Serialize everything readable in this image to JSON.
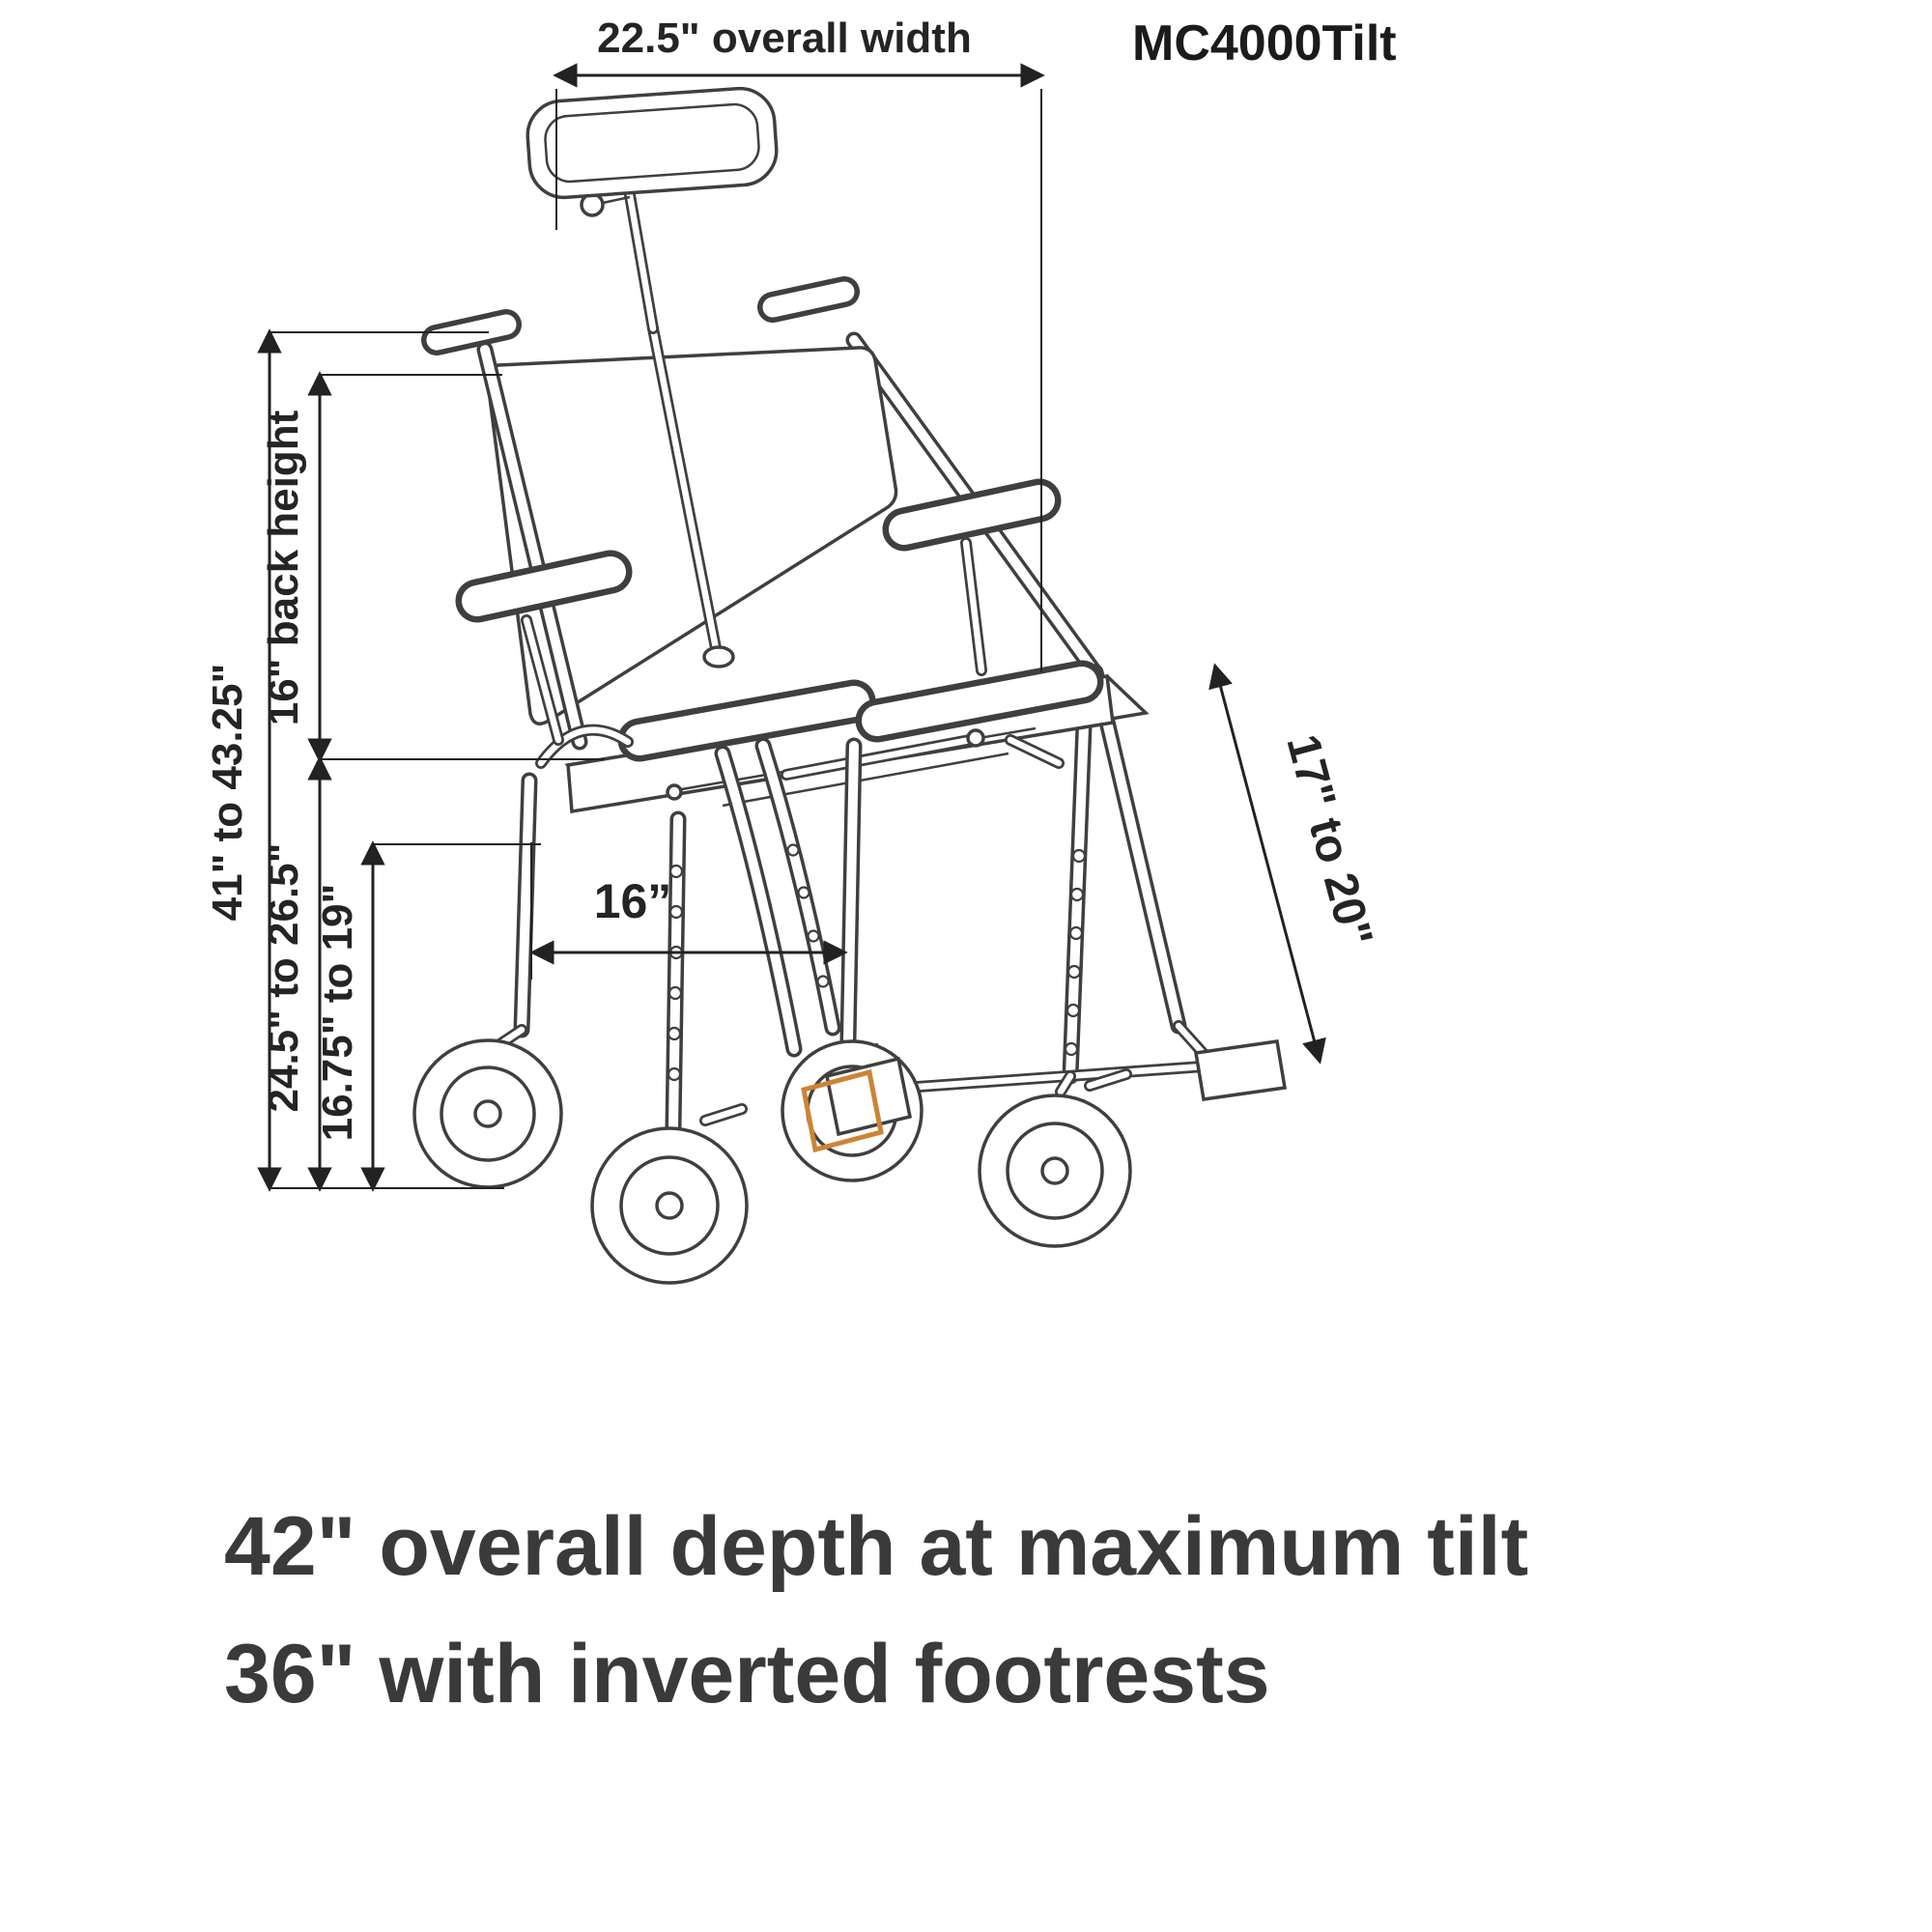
{
  "model_label": "MC4000Tilt",
  "dims": {
    "overall_width": "22.5\" overall width",
    "back_height": "16\" back height",
    "overall_height": "41\" to 43.25\"",
    "seat_height": "24.5\" to 26.5\"",
    "base_height": "16.75\" to 19\"",
    "width_between": "16”",
    "seat_depth": "17\" to 20\""
  },
  "footer": {
    "line1": "42\" overall depth at maximum tilt",
    "line2": "36\" with inverted footrests"
  },
  "colors": {
    "line": "#3f3f3f",
    "dimension": "#222222",
    "text": "#3a3a3a",
    "accent_orange": "#cd8433",
    "background": "#ffffff"
  }
}
